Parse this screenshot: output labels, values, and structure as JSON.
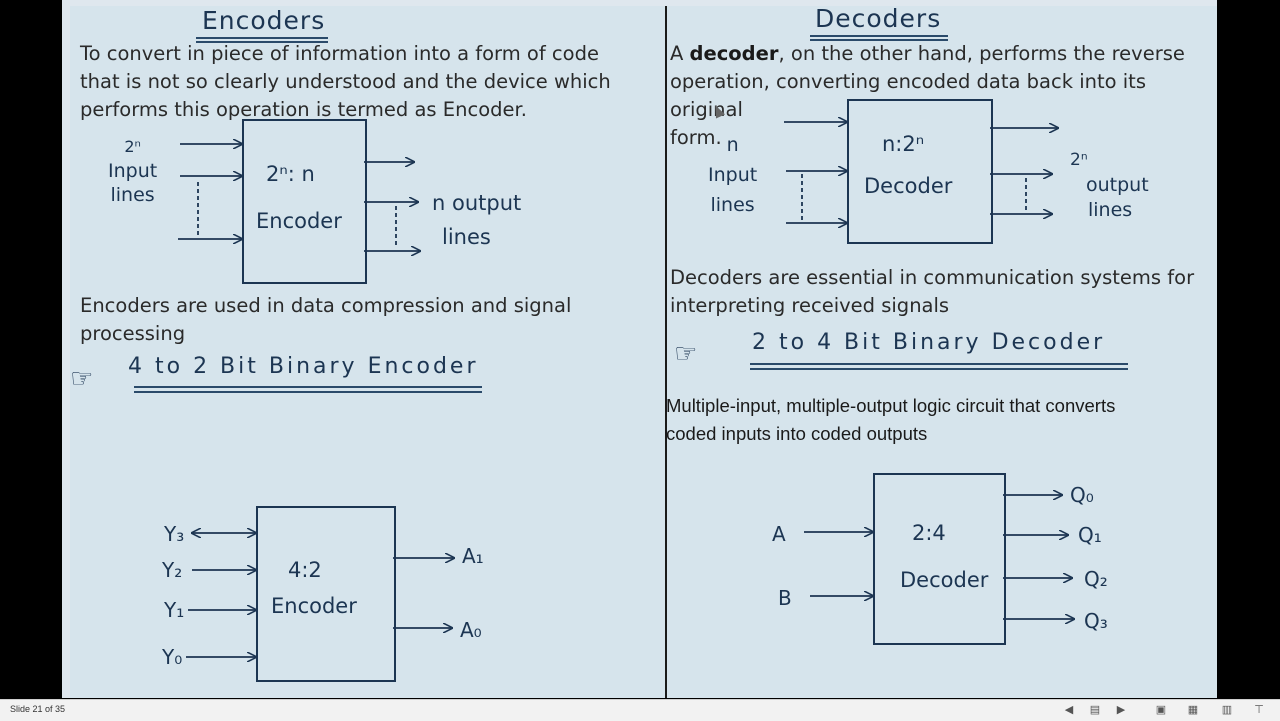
{
  "left": {
    "title": "Encoders",
    "para_lines": [
      "To convert in piece of information into a form of code",
      "that is not so clearly understood and the device which",
      "performs this operation is termed as Encoder."
    ],
    "diagram1": {
      "inputs_label": [
        "2ⁿ",
        "Input",
        "lines"
      ],
      "block_line1": "2ⁿ: n",
      "block_line2": "Encoder",
      "outputs_label": [
        "n output",
        "lines"
      ]
    },
    "para2_lines": [
      "Encoders are used in data compression and signal",
      "processing"
    ],
    "heading": "4 to 2 Bit Binary Encoder",
    "diagram2": {
      "inputs": [
        "Y₃",
        "Y₂",
        "Y₁",
        "Y₀"
      ],
      "block_line1": "4:2",
      "block_line2": "Encoder",
      "outputs": [
        "A₁",
        "A₀"
      ]
    }
  },
  "right": {
    "title": "Decoders",
    "para_prefix": "A ",
    "para_bold": "decoder",
    "para_rest_line1": ", on the other hand, performs the reverse",
    "para_line2": "operation, converting encoded data back into its original",
    "para_line3": "form.",
    "diagram1": {
      "inputs_label": [
        "n",
        "Input",
        "lines"
      ],
      "block_line1": "n:2ⁿ",
      "block_line2": "Decoder",
      "outputs_label": [
        "2ⁿ",
        "output",
        "lines"
      ]
    },
    "para2_lines": [
      "Decoders are essential in communication systems for",
      "interpreting received signals"
    ],
    "heading": "2 to 4 Bit Binary Decoder",
    "para3_lines": [
      "Multiple-input, multiple-output logic circuit that converts",
      "coded inputs into coded outputs"
    ],
    "diagram2": {
      "inputs": [
        "A",
        "B"
      ],
      "block_line1": "2:4",
      "block_line2": "Decoder",
      "outputs": [
        "Q₀",
        "Q₁",
        "Q₂",
        "Q₃"
      ]
    }
  },
  "statusbar": {
    "slide_info": "Slide 21 of 35"
  },
  "icons": {
    "pointer_left": "pointing-hand-icon",
    "pointer_right": "pointing-hand-icon"
  }
}
